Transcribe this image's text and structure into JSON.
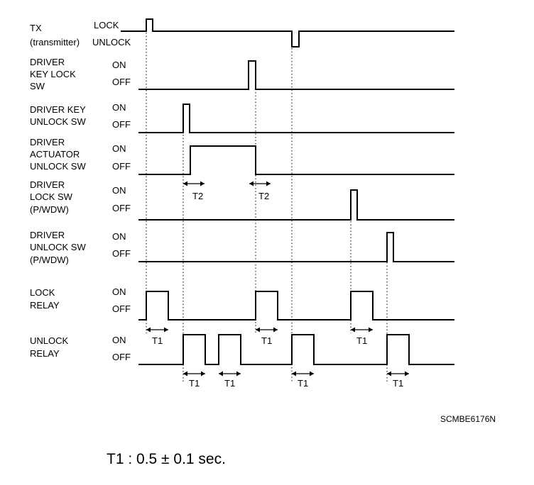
{
  "signals": [
    {
      "label_lines": [
        "TX",
        "(transmitter)"
      ],
      "on_label": "LOCK",
      "off_label": "UNLOCK"
    },
    {
      "label_lines": [
        "DRIVER",
        "KEY LOCK",
        "SW"
      ],
      "on_label": "ON",
      "off_label": "OFF"
    },
    {
      "label_lines": [
        "DRIVER KEY",
        "UNLOCK SW"
      ],
      "on_label": "ON",
      "off_label": "OFF"
    },
    {
      "label_lines": [
        "DRIVER",
        "ACTUATOR",
        "UNLOCK SW"
      ],
      "on_label": "ON",
      "off_label": "OFF"
    },
    {
      "label_lines": [
        "DRIVER",
        "LOCK SW",
        "(P/WDW)"
      ],
      "on_label": "ON",
      "off_label": "OFF"
    },
    {
      "label_lines": [
        "DRIVER",
        "UNLOCK SW",
        "(P/WDW)"
      ],
      "on_label": "ON",
      "off_label": "OFF"
    },
    {
      "label_lines": [
        "LOCK",
        "RELAY"
      ],
      "on_label": "ON",
      "off_label": "OFF"
    },
    {
      "label_lines": [
        "UNLOCK",
        "RELAY"
      ],
      "on_label": "ON",
      "off_label": "OFF"
    }
  ],
  "timing_labels": {
    "t1": "T1",
    "t2": "T2"
  },
  "figure_code": "SCMBE6176N",
  "footnote": "T1 : 0.5 ± 0.1 sec."
}
